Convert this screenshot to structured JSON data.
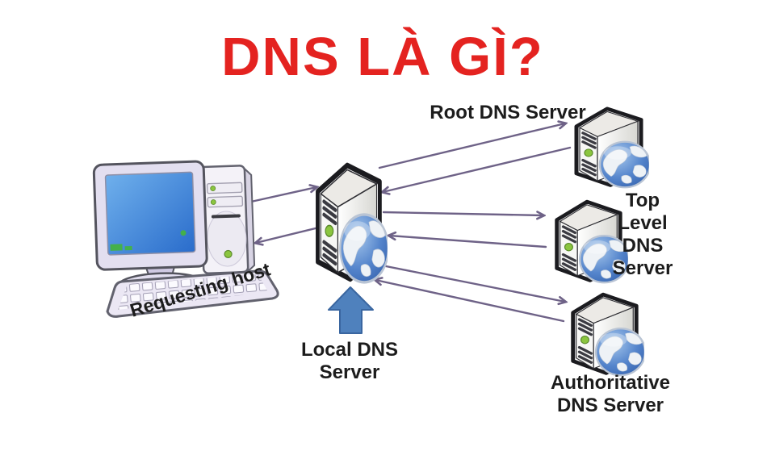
{
  "title": {
    "text": "DNS LÀ GÌ?"
  },
  "colors": {
    "title": "#e42320",
    "arrow": "#6e6287",
    "label": "#1c1c1c",
    "blue_arrow_fill": "#4f81bd",
    "blue_arrow_border": "#3a66a0",
    "globe_blue": "#4a77c2",
    "led_green": "#8bc53f"
  },
  "icons": {
    "requesting_host": "desktop-computer-icon",
    "dns_server": "server-tower-globe-icon",
    "pointer": "up-arrow-icon",
    "edge": "connection-arrow-icon"
  },
  "nodes": {
    "requesting_host": {
      "label": "Requesting host"
    },
    "local_dns": {
      "lines": [
        "Local DNS",
        "Server"
      ]
    },
    "root_dns": {
      "label": "Root DNS Server"
    },
    "top_level_dns": {
      "lines": [
        "Top",
        "Level",
        "DNS",
        "Server"
      ]
    },
    "authoritative_dns": {
      "lines": [
        "Authoritative",
        "DNS Server"
      ]
    }
  },
  "pointer": {
    "target": "local-dns-server"
  },
  "edges": [
    {
      "from": "requesting-host",
      "to": "local-dns-server"
    },
    {
      "from": "local-dns-server",
      "to": "requesting-host"
    },
    {
      "from": "local-dns-server",
      "to": "root-dns-server"
    },
    {
      "from": "root-dns-server",
      "to": "local-dns-server"
    },
    {
      "from": "local-dns-server",
      "to": "top-level-dns-server"
    },
    {
      "from": "top-level-dns-server",
      "to": "local-dns-server"
    },
    {
      "from": "local-dns-server",
      "to": "authoritative-dns-server"
    },
    {
      "from": "authoritative-dns-server",
      "to": "local-dns-server"
    }
  ]
}
